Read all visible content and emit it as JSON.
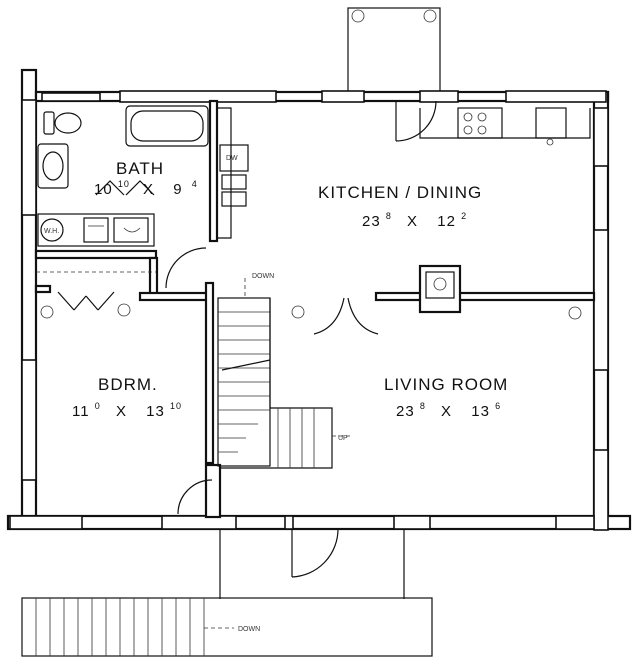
{
  "rooms": {
    "bath": {
      "name": "BATH",
      "w_ft": "10",
      "w_in": "10",
      "sep": "X",
      "l_ft": "9",
      "l_in": "4"
    },
    "kitchen": {
      "name": "KITCHEN / DINING",
      "w_ft": "23",
      "w_in": "8",
      "sep": "X",
      "l_ft": "12",
      "l_in": "2"
    },
    "bedroom": {
      "name": "BDRM.",
      "w_ft": "11",
      "w_in": "0",
      "sep": "X",
      "l_ft": "13",
      "l_in": "10"
    },
    "living": {
      "name": "LIVING ROOM",
      "w_ft": "23",
      "w_in": "8",
      "sep": "X",
      "l_ft": "13",
      "l_in": "6"
    }
  },
  "notes": {
    "stair_down": "DOWN",
    "stair_up": "UP",
    "deck_down": "DOWN",
    "dw": "DW",
    "wh": "W.H."
  }
}
